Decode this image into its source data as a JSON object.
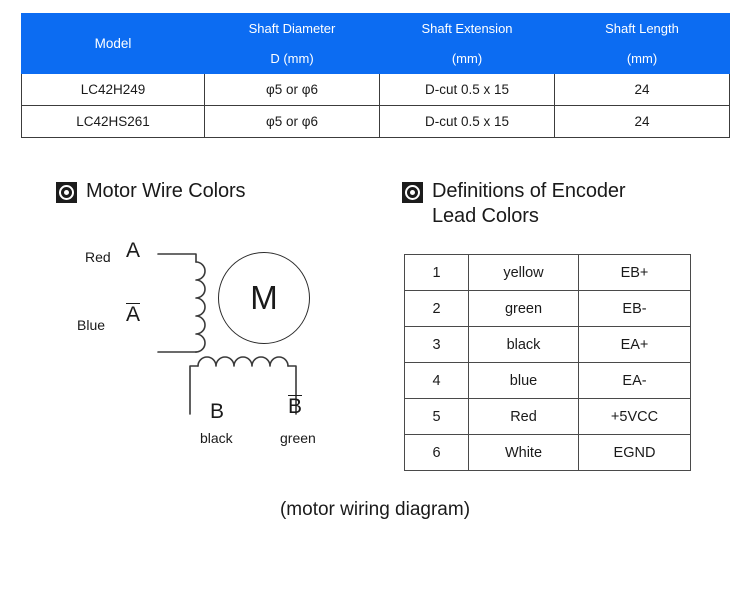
{
  "spec_table": {
    "header_bg": "#0c6cf2",
    "header_row1": [
      "Model",
      "Shaft Diameter",
      "Shaft Extension",
      "Shaft Length"
    ],
    "header_row2": [
      "D (mm)",
      "(mm)",
      "(mm)"
    ],
    "rows": [
      [
        "LC42H249",
        "φ5 or φ6",
        "D-cut 0.5 x 15",
        "24"
      ],
      [
        "LC42HS261",
        "φ5 or φ6",
        "D-cut 0.5 x 15",
        "24"
      ]
    ]
  },
  "motor_section": {
    "heading": "Motor Wire Colors",
    "icon": "target-icon",
    "diagram": {
      "phase_a_label": "A",
      "phase_a_bar_label": "A",
      "phase_b_label": "B",
      "phase_b_bar_label": "B",
      "wire_red": "Red",
      "wire_blue": "Blue",
      "wire_black": "black",
      "wire_green": "green",
      "motor_symbol": "M"
    },
    "caption": "(motor wiring diagram)"
  },
  "encoder_section": {
    "heading_line1": "Definitions of Encoder",
    "heading_line2": "Lead Colors",
    "icon": "target-icon",
    "rows": [
      {
        "no": "1",
        "color": "yellow",
        "signal": "EB+"
      },
      {
        "no": "2",
        "color": "green",
        "signal": "EB-"
      },
      {
        "no": "3",
        "color": "black",
        "signal": "EA+"
      },
      {
        "no": "4",
        "color": "blue",
        "signal": "EA-"
      },
      {
        "no": "5",
        "color": "Red",
        "signal": "+5VCC"
      },
      {
        "no": "6",
        "color": "White",
        "signal": "EGND"
      }
    ]
  }
}
